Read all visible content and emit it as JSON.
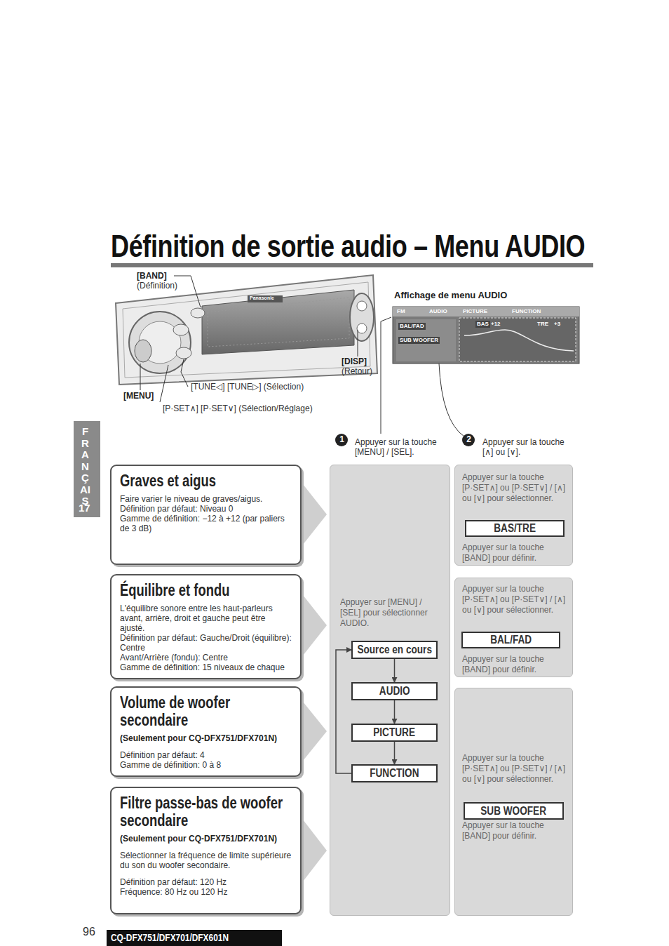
{
  "diagram": {
    "title": "Définition de sortie audio – Menu AUDIO",
    "nodes": [
      {
        "text": [
          "Graves et aigus",
          "Faire varier le niveau de graves/aigus.",
          "Définition par défaut: Niveau 0",
          "Gamme de définition: −12 à +12 (par paliers de 3 dB)"
        ]
      },
      {
        "text": [
          "Équilibre et fondu",
          "L'équilibre sonore entre les haut-parleurs avant, arrière, droit et gauche peut être ajusté.",
          "Définition par défaut: Gauche/Droit (équilibre): Centre",
          "Avant/Arrière (fondu): Centre",
          "Gamme de définition: 15 niveaux de chaque"
        ]
      },
      {
        "text": [
          "Volume de woofer secondaire",
          "(Seulement pour CQ-DFX751/DFX701N)",
          "Définition par défaut: 4",
          "Gamme de définition: 0 à 8"
        ]
      },
      {
        "text": [
          "Filtre passe-bas de woofer secondaire",
          "(Seulement pour CQ-DFX751/DFX701N)",
          "Sélectionner la fréquence de limite supérieure du son du woofer secondaire.",
          "Définition par défaut: 120 Hz",
          "Fréquence: 80 Hz ou 120 Hz"
        ]
      },
      {
        "text": [
          "Appuyer sur [MENU] / [SEL] pour sélectionner AUDIO."
        ]
      },
      {
        "text": [
          "Source en cours"
        ],
        "in": 4
      },
      {
        "text": [
          "AUDIO"
        ],
        "in": 4
      },
      {
        "text": [
          "PICTURE"
        ],
        "in": 4
      },
      {
        "text": [
          "FUNCTION"
        ],
        "in": 4
      },
      {
        "text": [
          "Appuyer sur la touche [P·SET∧] ou [P·SET∨] / [∧] ou [∨] pour sélectionner.",
          "Appuyer sur la touche [BAND] pour définir."
        ]
      },
      {
        "text": [
          "BAS/TRE"
        ],
        "in": 9
      },
      {
        "text": [
          "Appuyer sur la touche [P·SET∧] ou [P·SET∨] / [∧] ou [∨] pour sélectionner.",
          "Appuyer sur la touche [BAND] pour définir."
        ]
      },
      {
        "text": [
          "BAL/FAD"
        ],
        "in": 11
      },
      {
        "text": [
          "Appuyer sur la touche [P·SET∧] ou [P·SET∨] / [∧] ou [∨] pour sélectionner.",
          "Appuyer sur la touche [BAND] pour définir."
        ]
      },
      {
        "text": [
          "SUB WOOFER"
        ],
        "in": 13
      }
    ],
    "edges": [
      {
        "from": 5,
        "to": 6,
        "arrow": "to"
      },
      {
        "from": 6,
        "to": 7,
        "arrow": "to"
      },
      {
        "from": 7,
        "to": 8,
        "arrow": "to"
      },
      {
        "from": 8,
        "to": 5,
        "arrow": "to"
      }
    ],
    "labels": [
      "[BAND]",
      "(Définition)",
      "[DISP]",
      "(Retour)",
      "[TUNE◁] [TUNE▷] (Sélection)",
      "[MENU]",
      "[P·SET∧] [P·SET∨] (Sélection/Réglage)",
      "Affichage de menu AUDIO",
      "FM",
      "AUDIO",
      "PICTURE",
      "FUNCTION",
      "BAL/FAD",
      "SUB WOOFER",
      "BAS",
      "+12",
      "TRE",
      "+3",
      "Panasonic",
      "1",
      "Appuyer sur la touche [MENU] / [SEL].",
      "2",
      "Appuyer sur la touche [∧] ou [∨].",
      "FRANÇAIS",
      "17",
      "96",
      "CQ-DFX751/DFX701/DFX601N"
    ]
  }
}
